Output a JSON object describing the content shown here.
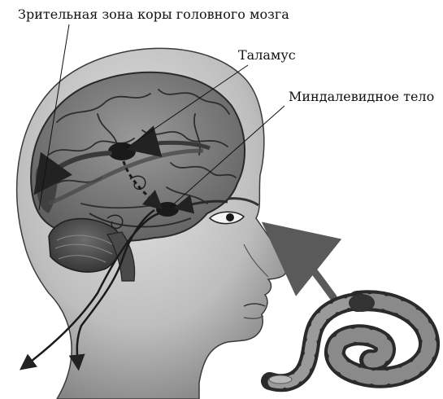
{
  "labels": {
    "visual_cortex": "Зрительная зона коры головного мозга",
    "thalamus": "Таламус",
    "amygdala": "Миндалевидное тело"
  }
}
